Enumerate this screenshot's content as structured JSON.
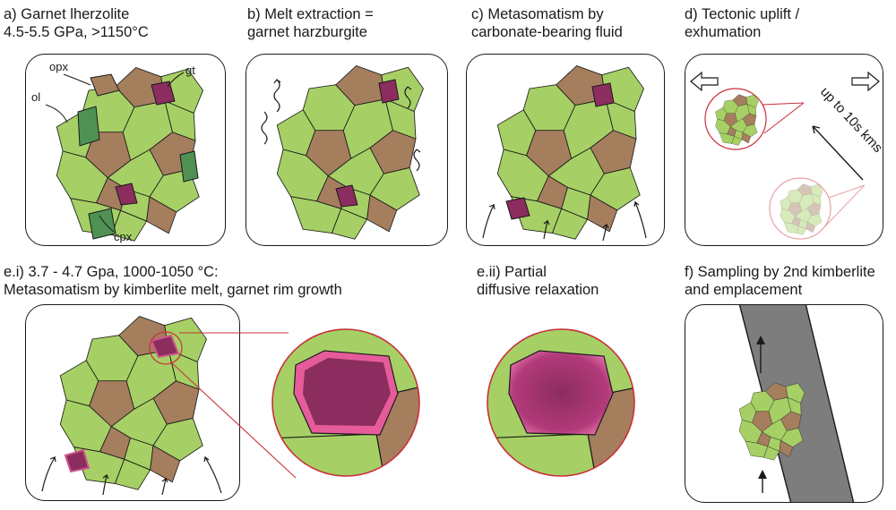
{
  "colors": {
    "olivine": "#a6d065",
    "orthopyroxene": "#a57e5e",
    "garnet": "#8b2d5e",
    "clinopyroxene": "#4f9153",
    "outline": "#1a1a1a",
    "zoom_ring": "#c8303a",
    "conduit": "#7d7d7d"
  },
  "panels": {
    "a": {
      "line1": "a) Garnet lherzolite",
      "line2": "4.5-5.5 GPa, >1150°C",
      "labels": {
        "opx": "opx",
        "gt": "gt",
        "ol": "ol",
        "cpx": "cpx"
      }
    },
    "b": {
      "line1": "b) Melt extraction =",
      "line2": "garnet harzburgite"
    },
    "c": {
      "line1": "c) Metasomatism by",
      "line2": "carbonate-bearing fluid"
    },
    "d": {
      "line1": "d) Tectonic uplift /",
      "line2": "exhumation",
      "arrow_text": "up to 10s kms"
    },
    "e_i": {
      "line1": "e.i) 3.7 - 4.7 Gpa, 1000-1050 °C:",
      "line2": "Metasomatism by kimberlite melt, garnet rim growth"
    },
    "e_ii": {
      "line1": "e.ii) Partial",
      "line2": "diffusive relaxation"
    },
    "f": {
      "line1": "f) Sampling by 2nd kimberlite",
      "line2": "and emplacement"
    }
  },
  "icons": [
    "left-hollow-arrow-icon",
    "right-hollow-arrow-icon",
    "wavy-arrow-icon",
    "fluid-arrow-icon"
  ]
}
